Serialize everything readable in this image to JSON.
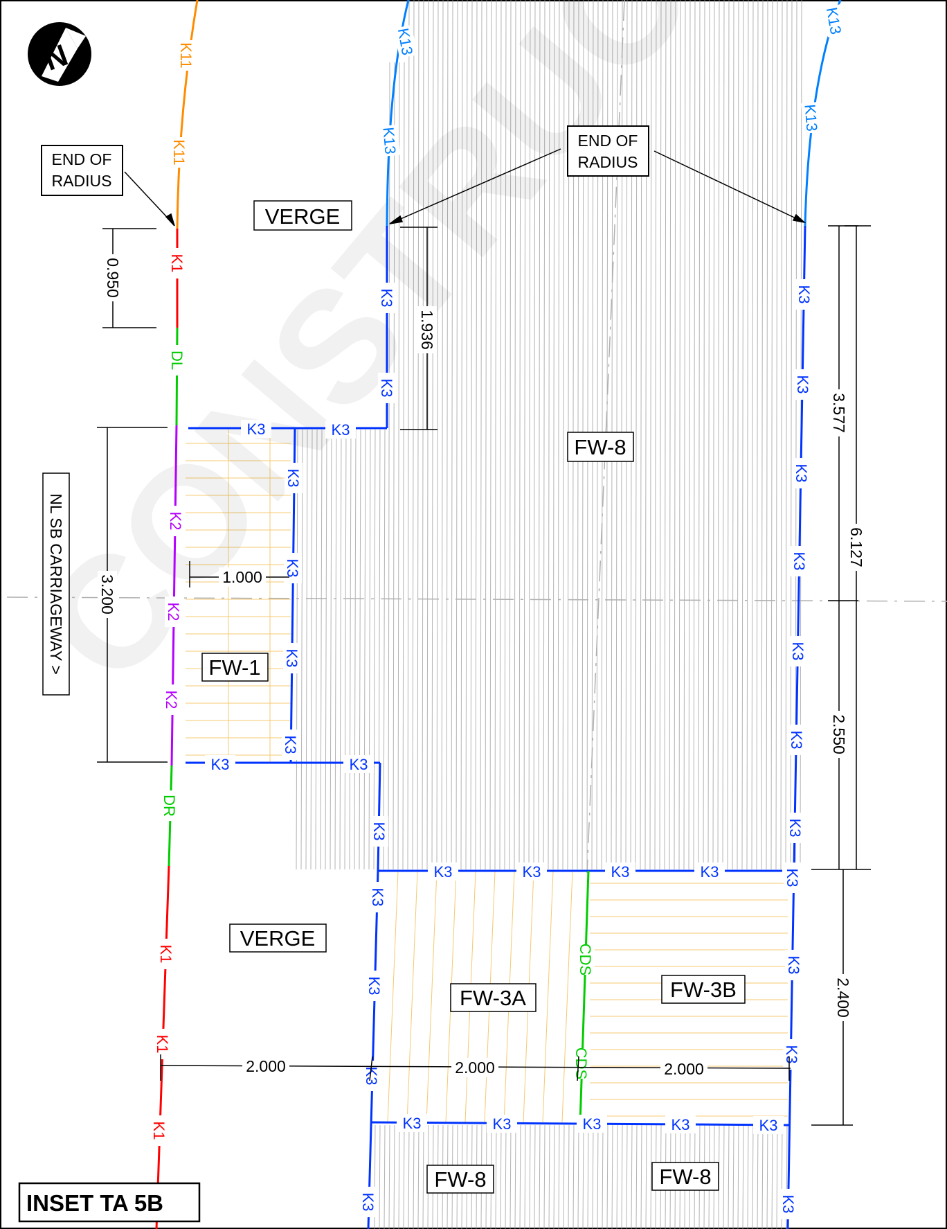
{
  "labels": {
    "watermark": "CONSTRUCT",
    "north_letter": "N",
    "end_of_radius_left": [
      "END OF",
      "RADIUS"
    ],
    "end_of_radius_right": [
      "END OF",
      "RADIUS"
    ],
    "verge_top": "VERGE",
    "verge_bottom": "VERGE",
    "fw8_top": "FW-8",
    "fw1": "FW-1",
    "fw3a": "FW-3A",
    "fw3b": "FW-3B",
    "fw8_bottom_left": "FW-8",
    "fw8_bottom_right": "FW-8",
    "carriageway": "NL SB CARRIAGEWAY >",
    "inset_title": "INSET TA 5B"
  },
  "dimensions": {
    "d_0950": "0.950",
    "d_1936": "1.936",
    "d_3200": "3.200",
    "d_1000": "1.000",
    "d_3577": "3.577",
    "d_6127": "6.127",
    "d_2550": "2.550",
    "d_2400": "2.400",
    "d_2000_a": "2.000",
    "d_2000_b": "2.000",
    "d_2000_c": "2.000"
  },
  "kerb_codes": {
    "k1": "K1",
    "k2": "K2",
    "k3": "K3",
    "k11": "K11",
    "k13": "K13",
    "dl": "DL",
    "dr": "DR",
    "cds": "CDS"
  },
  "colors": {
    "k1": "#ff0000",
    "k2": "#b400ff",
    "k3": "#0033ff",
    "k11": "#ff8c00",
    "k13": "#0080ff",
    "drop": "#00cc00",
    "hatch_grey": "#9a9a9a",
    "hatch_yellow": "#f5c970"
  }
}
